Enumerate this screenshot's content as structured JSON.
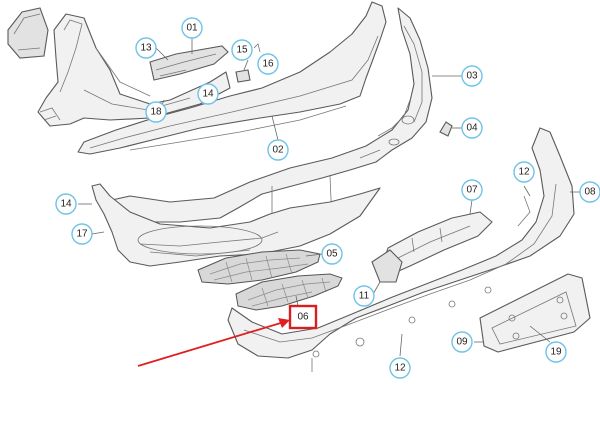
{
  "callouts": {
    "c01": "01",
    "c02": "02",
    "c03": "03",
    "c04": "04",
    "c05": "05",
    "c06": "06",
    "c07": "07",
    "c08": "08",
    "c09": "09",
    "c11": "11",
    "c12a": "12",
    "c12b": "12",
    "c13": "13",
    "c14a": "14",
    "c14b": "14",
    "c15": "15",
    "c16": "16",
    "c17": "17",
    "c18": "18",
    "c19": "19"
  },
  "colors": {
    "callout_ring": "#6ec3e6",
    "highlight_box": "#d81f1f",
    "highlight_arrow": "#e02020"
  },
  "highlight": {
    "callout": "06"
  }
}
